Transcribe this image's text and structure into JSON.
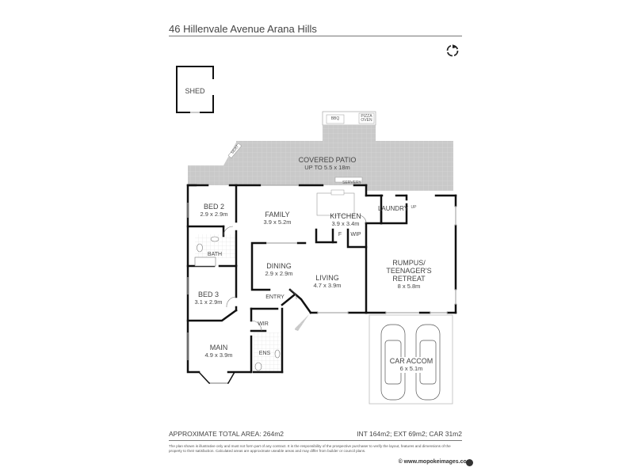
{
  "header": {
    "address": "46 Hillenvale Avenue Arana Hills",
    "compass_icon": "north-arrow-icon"
  },
  "rooms": {
    "shed": {
      "name": "SHED"
    },
    "bbq": {
      "name": "BBQ"
    },
    "pizza_oven": {
      "name_line1": "PIZZA",
      "name_line2": "OVEN"
    },
    "seat": {
      "name": "SEAT"
    },
    "covered_patio": {
      "name": "COVERED PATIO",
      "dims": "UP TO 5.5 x 18m"
    },
    "servery": {
      "name": "SERVERY"
    },
    "bed2": {
      "name": "BED 2",
      "dims": "2.9 x 2.9m"
    },
    "family": {
      "name": "FAMILY",
      "dims": "3.9 x 5.2m"
    },
    "kitchen": {
      "name": "KITCHEN",
      "dims": "3.9 x 3.4m"
    },
    "fridge": {
      "name": "F"
    },
    "wip": {
      "name": "WIP"
    },
    "laundry": {
      "name": "LAUNDRY"
    },
    "up": {
      "name": "UP"
    },
    "bath": {
      "name": "BATH"
    },
    "dining": {
      "name": "DINING",
      "dims": "2.9 x 2.9m"
    },
    "living": {
      "name": "LIVING",
      "dims": "4.7 x 3.9m"
    },
    "rumpus": {
      "name_line1": "RUMPUS/",
      "name_line2": "TEENAGER'S",
      "name_line3": "RETREAT",
      "dims": "8 x 5.8m"
    },
    "bed3": {
      "name": "BED 3",
      "dims": "3.1 x 2.9m"
    },
    "entry": {
      "name": "ENTRY"
    },
    "wir": {
      "name": "WIR"
    },
    "main": {
      "name": "MAIN",
      "dims": "4.9 x 3.9m"
    },
    "ens": {
      "name": "ENS"
    },
    "car_accom": {
      "name": "CAR ACCOM",
      "dims": "6 x 5.1m"
    }
  },
  "footer": {
    "total_area": "APPROXIMATE TOTAL AREA: 264m2",
    "area_split": "INT 164m2; EXT 69m2; CAR 31m2",
    "disclaimer": "The plan shown is illustrative only and must not form part of any contract. It is the responsibility of the prospective purchaser to verify the layout, features and dimensions of the property to their satisfaction. Calculated areas are approximate useable areas and may differ from builder or council plans.",
    "copyright": "© www.mopokeimages.com"
  },
  "colors": {
    "wall": "#111111",
    "patio_fill": "#c9c9c9",
    "grid_line": "#e4e4e4",
    "text": "#444444"
  }
}
